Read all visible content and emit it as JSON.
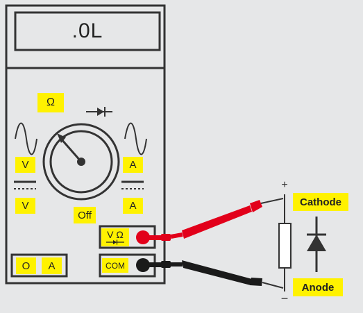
{
  "display": {
    "reading": ".0L"
  },
  "dial": {
    "ohm_label": "Ω",
    "ac_volts_label": "V",
    "ac_amps_label": "A",
    "dc_volts_label": "V",
    "dc_amps_label": "A",
    "off_label": "Off"
  },
  "ports": {
    "v_ohm_label": "V Ω",
    "com_label": "COM",
    "current_o_label": "O",
    "current_a_label": "A"
  },
  "diode": {
    "cathode_label": "Cathode",
    "anode_label": "Anode",
    "plus_sign": "+",
    "minus_sign": "−"
  },
  "colors": {
    "background": "#e6e7e8",
    "outline": "#333333",
    "label_yellow": "#fff200",
    "probe_red": "#e2001a",
    "probe_black": "#1a1a1a"
  }
}
